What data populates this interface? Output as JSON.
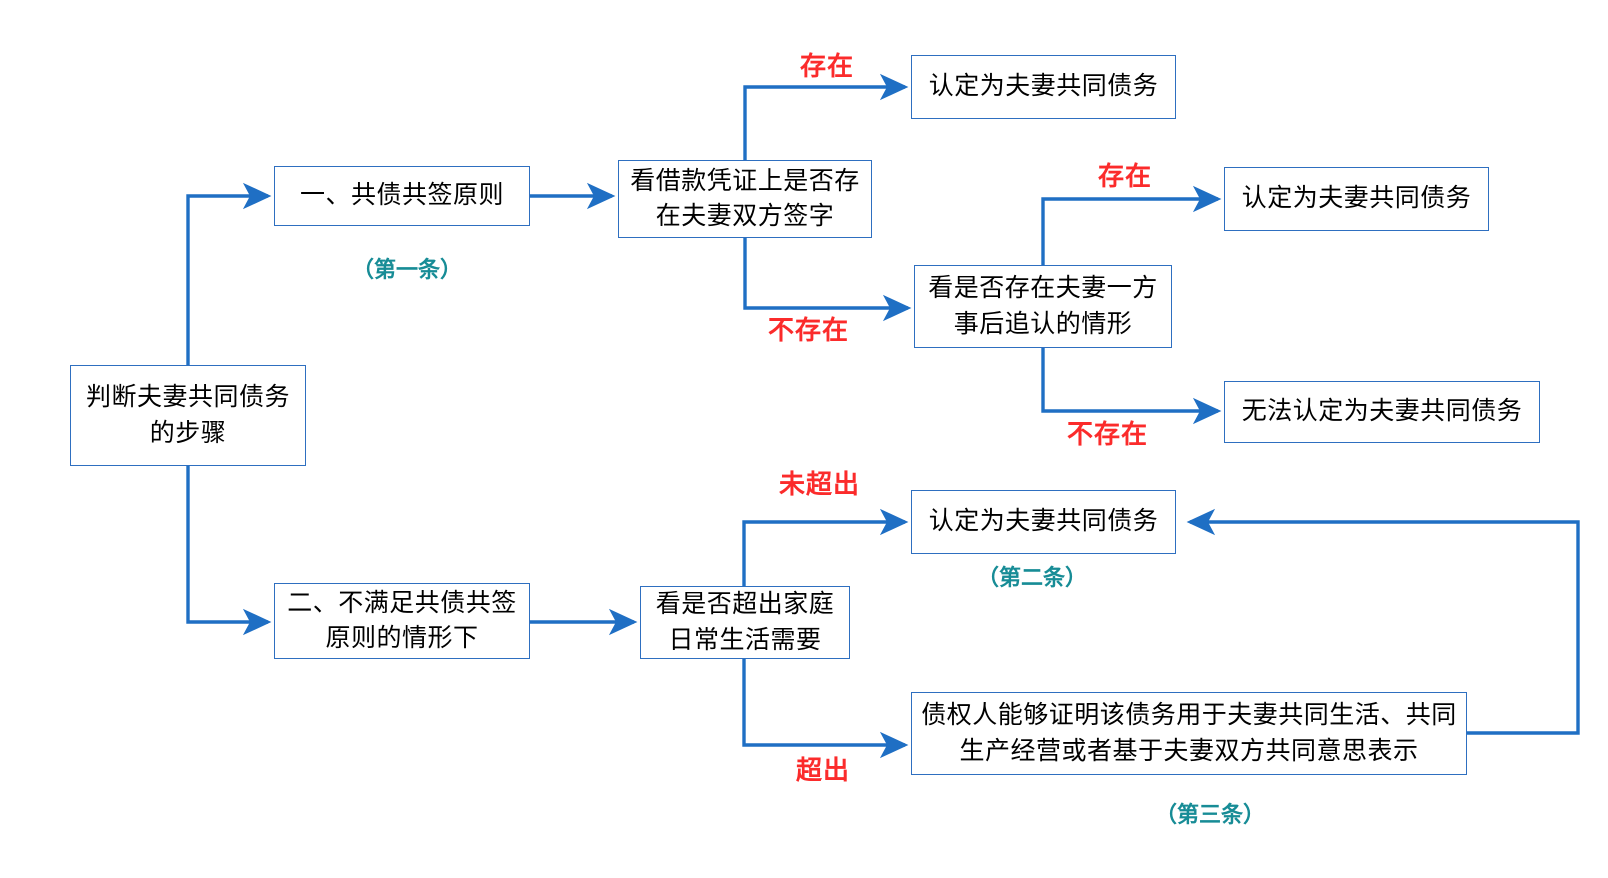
{
  "diagram": {
    "title": "判断夫妻共同债务的步骤",
    "palette": {
      "box_border": "#2e6fc0",
      "connector": "#1f6fc4",
      "edge_label": "#fb2b2b",
      "caption": "#178c96",
      "text": "#000000",
      "background": "#ffffff"
    },
    "nodes": [
      {
        "id": "root",
        "text": "判断夫妻共同债务\n的步骤",
        "line1": "判断夫妻共同债务",
        "line2": "的步骤"
      },
      {
        "id": "branch1",
        "text": "一、共债共签原则",
        "line1": "一、共债共签原则",
        "line2": ""
      },
      {
        "id": "branch2",
        "text": "二、不满足共债共签\n原则的情形下",
        "line1": "二、不满足共债共签",
        "line2": "原则的情形下"
      },
      {
        "id": "decision1",
        "text": "看借款凭证上是否存\n在夫妻双方签字",
        "line1": "看借款凭证上是否存",
        "line2": "在夫妻双方签字"
      },
      {
        "id": "decision2",
        "text": "看是否存在夫妻一方\n事后追认的情形",
        "line1": "看是否存在夫妻一方",
        "line2": "事后追认的情形"
      },
      {
        "id": "decision3",
        "text": "看是否超出家庭\n日常生活需要",
        "line1": "看是否超出家庭",
        "line2": "日常生活需要"
      },
      {
        "id": "result1",
        "text": "认定为夫妻共同债务",
        "line1": "认定为夫妻共同债务",
        "line2": ""
      },
      {
        "id": "result2",
        "text": "认定为夫妻共同债务",
        "line1": "认定为夫妻共同债务",
        "line2": ""
      },
      {
        "id": "result3",
        "text": "无法认定为夫妻共同债务",
        "line1": "无法认定为夫妻共同债务",
        "line2": ""
      },
      {
        "id": "result4",
        "text": "认定为夫妻共同债务",
        "line1": "认定为夫妻共同债务",
        "line2": ""
      },
      {
        "id": "result5",
        "text": "债权人能够证明该债务用于夫妻共同生活、共同\n生产经营或者基于夫妻双方共同意思表示",
        "line1": "债权人能够证明该债务用于夫妻共同生活、共同",
        "line2": "生产经营或者基于夫妻双方共同意思表示"
      }
    ],
    "edge_labels": [
      {
        "id": "edge-exists-1",
        "text": "存在"
      },
      {
        "id": "edge-not-exists-1",
        "text": "不存在"
      },
      {
        "id": "edge-exists-2",
        "text": "存在"
      },
      {
        "id": "edge-not-exists-2",
        "text": "不存在"
      },
      {
        "id": "edge-not-exceed",
        "text": "未超出"
      },
      {
        "id": "edge-exceed",
        "text": "超出"
      }
    ],
    "captions": [
      {
        "id": "caption-article-1",
        "text": "（第一条）"
      },
      {
        "id": "caption-article-2",
        "text": "（第二条）"
      },
      {
        "id": "caption-article-3",
        "text": "（第三条）"
      }
    ]
  }
}
